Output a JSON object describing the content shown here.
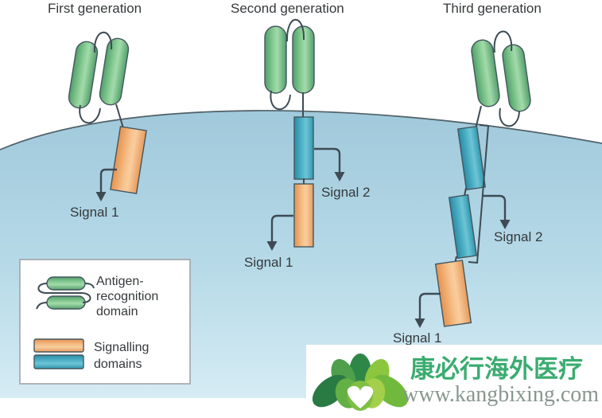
{
  "diagram": {
    "generations": [
      {
        "title": "First generation",
        "signal1": "Signal 1"
      },
      {
        "title": "Second generation",
        "signal1": "Signal 1",
        "signal2": "Signal 2"
      },
      {
        "title": "Third generation",
        "signal1": "Signal 1",
        "signal2": "Signal 2"
      }
    ],
    "legend": {
      "antigen_label_lines": [
        "Antigen-",
        "recognition",
        "domain"
      ],
      "signalling_label_lines": [
        "Signalling",
        "domains"
      ]
    }
  },
  "watermark": {
    "brand_text": "康必行海外医疗",
    "url_text": "www.kangbixing.com"
  },
  "colors": {
    "antigen_domain_green": "#5fae77",
    "signalling_orange": "#f0a96e",
    "signalling_teal": "#3fa5bd",
    "cell_fill_blue": "#aed3e3",
    "line_dark": "#3e4b54",
    "watermark_green": "#3bac70"
  }
}
